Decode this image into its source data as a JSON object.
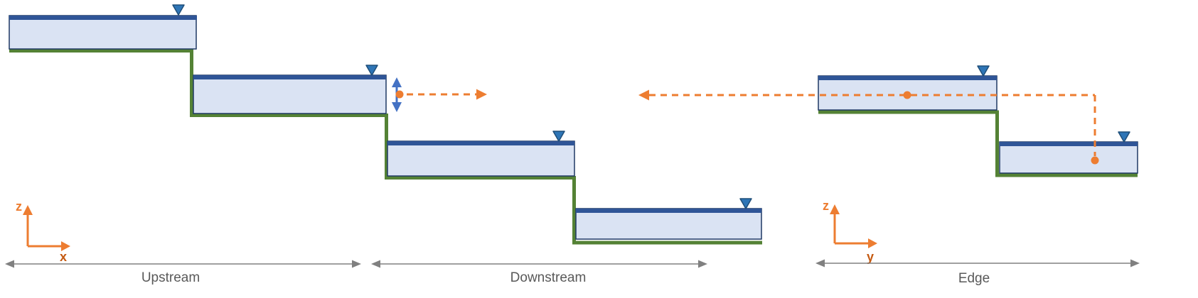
{
  "section_labels": {
    "upstream": "Upstream",
    "downstream": "Downstream",
    "edge": "Edge"
  },
  "axis_labels": {
    "side_view": {
      "vertical": "z",
      "horizontal": "x"
    },
    "edge_view": {
      "vertical": "z",
      "horizontal": "y"
    }
  },
  "figure": {
    "side_view": {
      "water_steps": 4,
      "water_level_markers": 4,
      "interpolation_points": 1
    },
    "edge_view": {
      "water_steps": 2,
      "water_level_markers": 2,
      "interpolation_points": 2
    }
  },
  "colors": {
    "background": "#ffffff",
    "water_fill": "#dae3f3",
    "water_surface_blue": "#2f5597",
    "water_outline_navy": "#1f3864",
    "bed_green": "#548235",
    "level_marker_blue": "#2e75b6",
    "level_marker_outline": "#1f4e79",
    "annotation_orange": "#ed7d31",
    "axis_text_dark_orange": "#c55a11",
    "dimension_gray": "#808080",
    "section_text_gray": "#595959",
    "double_arrow_blue": "#4472c4"
  }
}
